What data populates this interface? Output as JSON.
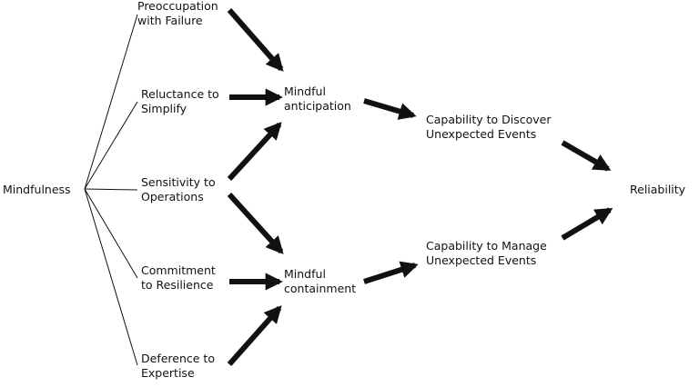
{
  "diagram": {
    "root": "Mindfulness",
    "dimensions": [
      "Preoccupation\nwith Failure",
      "Reluctance to\nSimplify",
      "Sensitivity to\nOperations",
      "Commitment\nto Resilience",
      "Deference to\nExpertise"
    ],
    "mediators": [
      "Mindful\nanticipation",
      "Mindful\ncontainment"
    ],
    "capabilities": [
      "Capability to Discover\nUnexpected Events",
      "Capability to Manage\nUnexpected Events"
    ],
    "outcome": "Reliability"
  },
  "colors": {
    "line": "#111111",
    "text": "#111111",
    "background": "#ffffff"
  }
}
